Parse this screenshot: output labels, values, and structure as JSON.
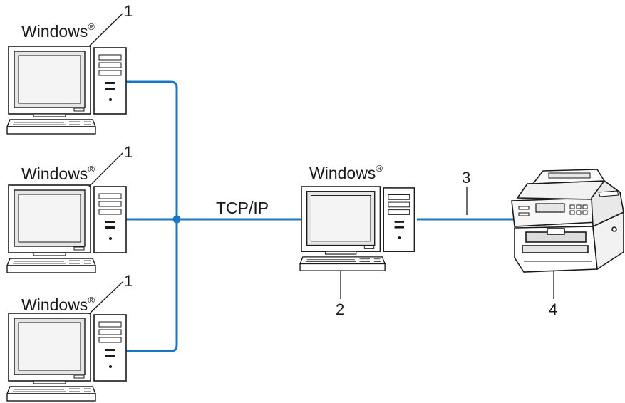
{
  "clients": [
    {
      "label": "Windows",
      "mark": "®",
      "callout": "1"
    },
    {
      "label": "Windows",
      "mark": "®",
      "callout": "1"
    },
    {
      "label": "Windows",
      "mark": "®",
      "callout": "1"
    }
  ],
  "protocol_label": "TCP/IP",
  "server": {
    "label": "Windows",
    "mark": "®",
    "callout": "2"
  },
  "link_callout": "3",
  "printer_callout": "4",
  "colors": {
    "network_line": "#1a78c2",
    "outline": "#1a1a1a",
    "screen": "#e6e6e6"
  },
  "icons": [
    "desktop-computer-icon",
    "multifunction-printer-icon"
  ]
}
